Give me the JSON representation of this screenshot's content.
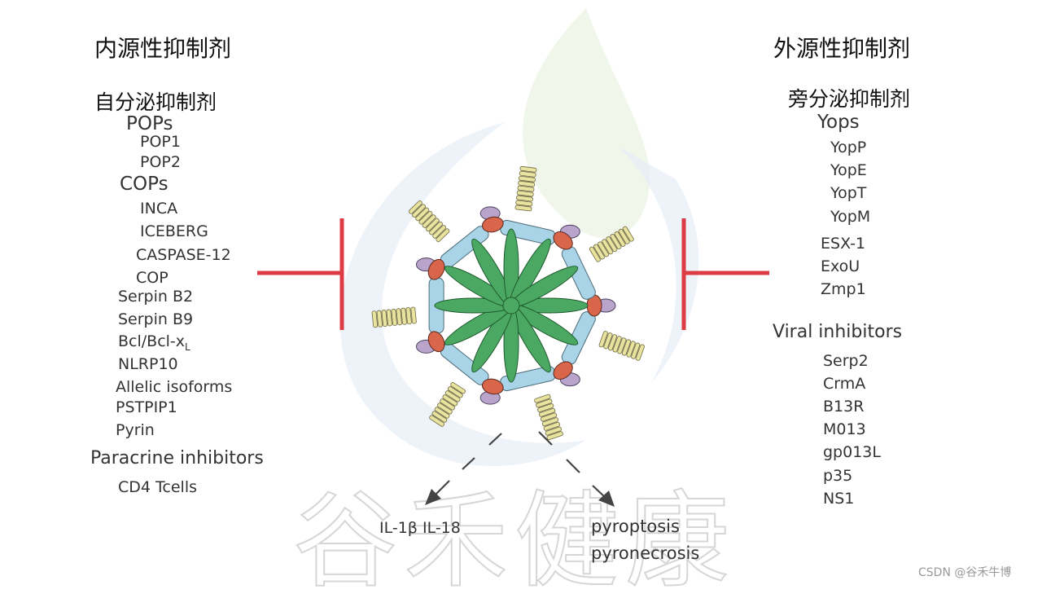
{
  "left": {
    "title": "内源性抑制剂",
    "autocrine": "自分泌抑制剂",
    "pops": {
      "label": "POPs",
      "items": [
        "POP1",
        "POP2"
      ]
    },
    "cops": {
      "label": "COPs",
      "items": [
        "INCA",
        "ICEBERG",
        "CASPASE-12",
        "COP"
      ]
    },
    "serpin_b2": "Serpin B2",
    "serpin_b9": "Serpin B9",
    "bcl_main": "Bcl/Bcl-x",
    "bcl_sub": "L",
    "nlrp10": "NLRP10",
    "allelic": "Allelic isoforms",
    "pstpip1": "PSTPIP1",
    "pyrin": "Pyrin",
    "paracrine": "Paracrine inhibitors",
    "cd4": "CD4 Tcells"
  },
  "right": {
    "title": "外源性抑制剂",
    "paracrine": "旁分泌抑制剂",
    "yops": {
      "label": "Yops",
      "items": [
        "YopP",
        "YopE",
        "YopT",
        "YopM"
      ]
    },
    "esx1": "ESX-1",
    "exou": "ExoU",
    "zmp1": "Zmp1",
    "viral": {
      "label": "Viral inhibitors",
      "items": [
        "Serp2",
        "CrmA",
        "B13R",
        "M013",
        "gp013L",
        "p35",
        "NS1"
      ]
    }
  },
  "outputs": {
    "cytokines": "IL-1β IL-18",
    "pyroptosis": "pyroptosis",
    "pyronecrosis": "pyronecrosis"
  },
  "watermark": "谷禾健康",
  "credit": "CSDN @谷禾牛博",
  "colors": {
    "inhibitor_bar": "#dd3c44",
    "petal": "#4aa862",
    "linker": "#a9d3e6",
    "card_oval": "#d9654b",
    "purple_oval": "#b9a4cc",
    "coil": "#e9e3a0"
  }
}
